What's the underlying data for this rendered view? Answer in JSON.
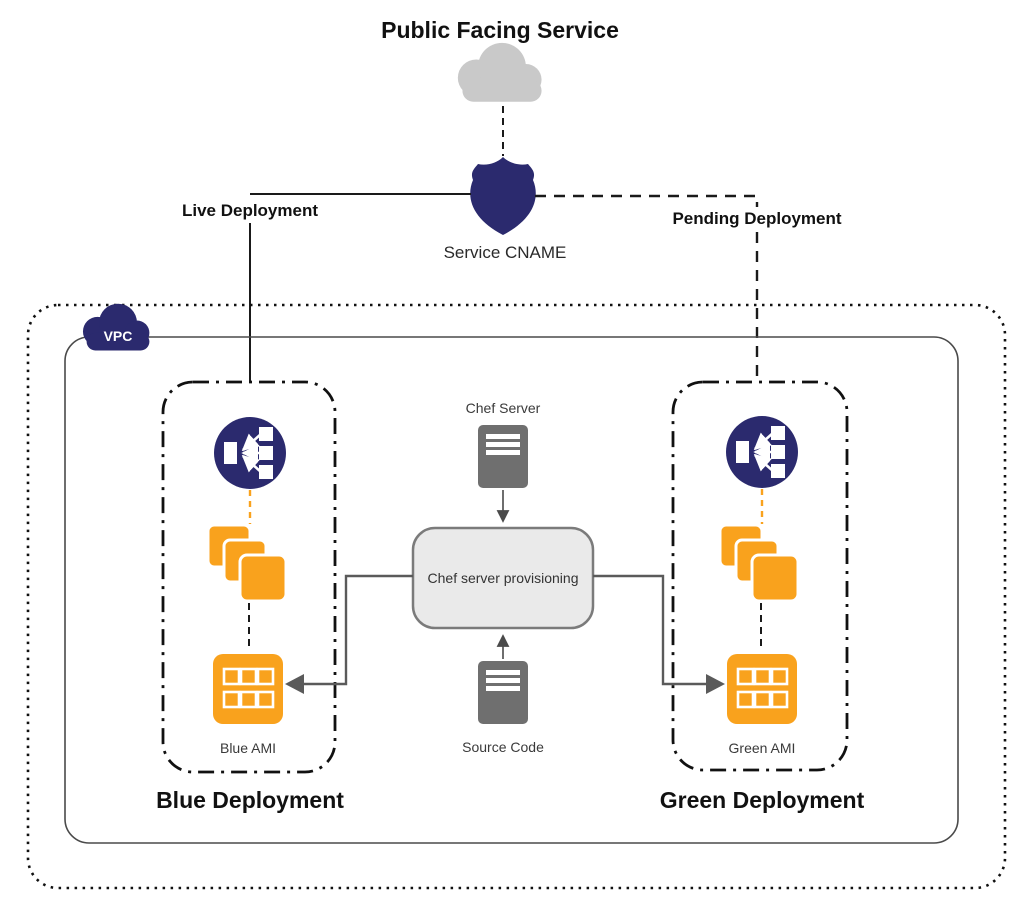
{
  "diagram": {
    "title": "Public Facing Service",
    "service_cname_label": "Service CNAME",
    "live_deployment_label": "Live Deployment",
    "pending_deployment_label": "Pending Deployment",
    "vpc_label": "VPC",
    "chef_server_label": "Chef Server",
    "provisioning_label": "Chef server provisioning",
    "source_code_label": "Source Code",
    "blue_deployment": {
      "ami_label": "Blue AMI",
      "title": "Blue Deployment"
    },
    "green_deployment": {
      "ami_label": "Green AMI",
      "title": "Green Deployment"
    },
    "colors": {
      "navy": "#2B2A6E",
      "orange": "#F9A21D",
      "server_gray": "#6F6F6F",
      "cloud_gray": "#C9C9C9",
      "provisioning_fill": "#EAEAEA",
      "provisioning_border": "#7B7B7B",
      "connector_gray": "#5A5A5A",
      "line_black": "#1A1A1A"
    }
  }
}
